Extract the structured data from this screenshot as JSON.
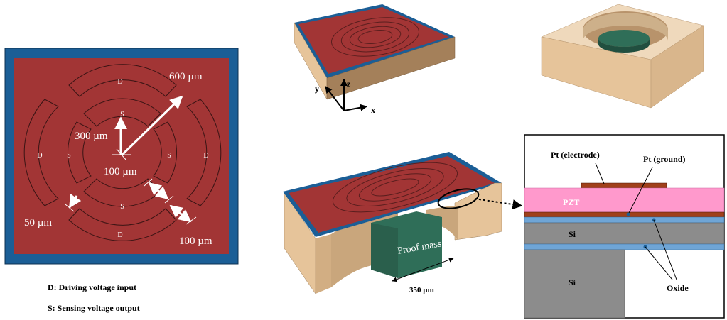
{
  "top_view": {
    "labels": {
      "d_top": "D",
      "d_bottom": "D",
      "d_left": "D",
      "d_right": "D",
      "s_top": "S",
      "s_bottom": "S",
      "s_left": "S",
      "s_right": "S"
    },
    "dimensions": {
      "outer_radius": "600 µm",
      "inner_radius": "300 µm",
      "center": "100 µm",
      "gap_small": "50 µm",
      "gap_large": "100 µm"
    },
    "legend": {
      "d": "D: Driving voltage input",
      "s": "S: Sensing voltage output"
    }
  },
  "axes": {
    "x": "x",
    "y": "y",
    "z": "z"
  },
  "cross_section_3d": {
    "proof_mass": "Proof mass",
    "width": "350 µm"
  },
  "layer_stack": {
    "pt_electrode": "Pt (electrode)",
    "pt_ground": "Pt (ground)",
    "pzt": "PZT",
    "si_top": "Si",
    "si_bottom": "Si",
    "oxide": "Oxide"
  },
  "colors": {
    "electrode": "#A23535",
    "frame": "#1B5E96",
    "silicon_body": "#E6C49A",
    "proof_mass": "#2F6E58",
    "pzt": "#FF99CC",
    "si": "#8C8C8C",
    "oxide": "#6FA5D6",
    "pt": "#A0401A"
  }
}
